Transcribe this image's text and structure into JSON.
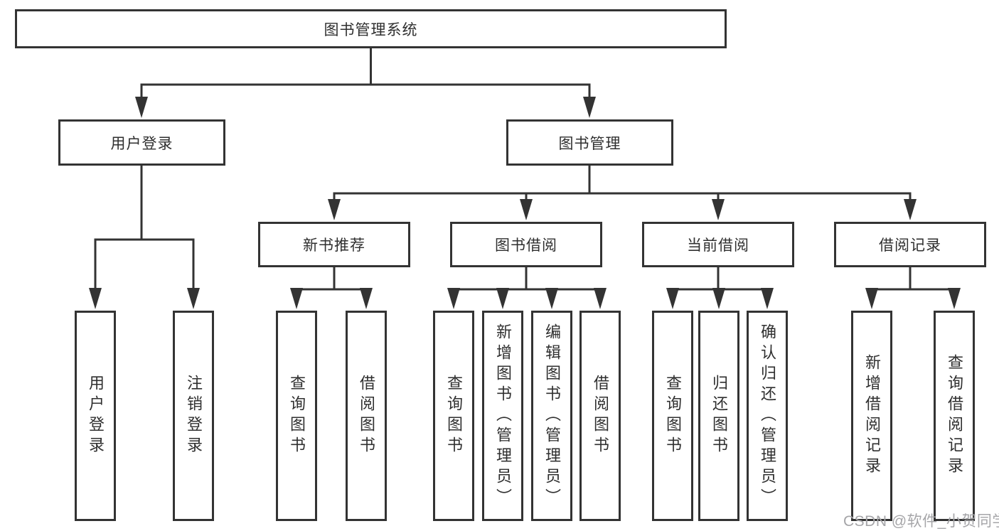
{
  "diagram": {
    "root": {
      "label": "图书管理系统"
    },
    "level2": {
      "user_login": {
        "label": "用户登录"
      },
      "book_mgmt": {
        "label": "图书管理"
      }
    },
    "level3": {
      "new_books": {
        "label": "新书推荐"
      },
      "borrowing": {
        "label": "图书借阅"
      },
      "current": {
        "label": "当前借阅"
      },
      "records": {
        "label": "借阅记录"
      }
    },
    "leaves": {
      "user_login_1": {
        "label": "用户登录"
      },
      "user_login_2": {
        "label": "注销登录"
      },
      "new_books_1": {
        "label": "查询图书"
      },
      "new_books_2": {
        "label": "借阅图书"
      },
      "borrowing_1": {
        "label": "查询图书"
      },
      "borrowing_2": {
        "label": "新增图书（管理员）"
      },
      "borrowing_3": {
        "label": "编辑图书（管理员）"
      },
      "borrowing_4": {
        "label": "借阅图书"
      },
      "current_1": {
        "label": "查询图书"
      },
      "current_2": {
        "label": "归还图书"
      },
      "current_3": {
        "label": "确认归还（管理员）"
      },
      "records_1": {
        "label": "新增借阅记录"
      },
      "records_2": {
        "label": "查询借阅记录"
      }
    }
  },
  "watermark": {
    "text": "CSDN @软件_小贺同学"
  },
  "colors": {
    "line": "#333333",
    "border": "#333333",
    "text": "#2f2f2f",
    "watermark": "#a5a5a8",
    "background": "#ffffff"
  }
}
